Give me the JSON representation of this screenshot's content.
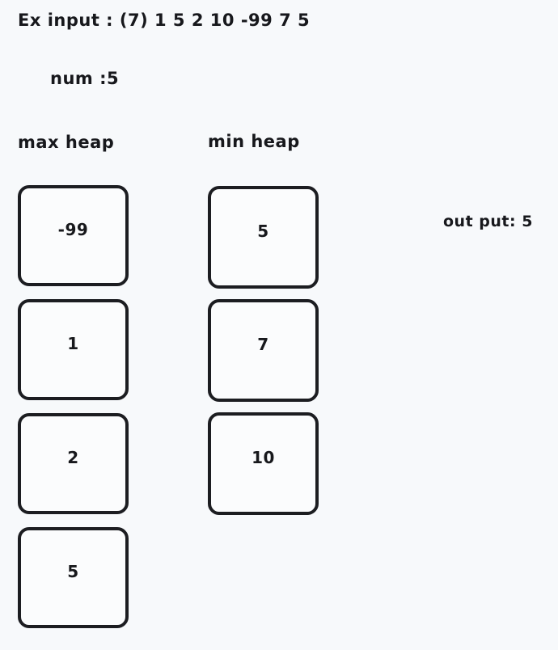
{
  "page": {
    "background_color": "#f7f9fb",
    "ink_color": "#17181c",
    "box_border_color": "#1c1d21"
  },
  "header": {
    "input_line": "Ex input : (7) 1 5 2 10 -99 7 5",
    "num_line": "num :5"
  },
  "columns": [
    {
      "id": "max-heap",
      "label": "max heap",
      "values": [
        "-99",
        "1",
        "2",
        "5"
      ]
    },
    {
      "id": "min-heap",
      "label": "min heap",
      "values": [
        "5",
        "7",
        "10"
      ]
    }
  ],
  "output": {
    "text": "out put: 5"
  }
}
